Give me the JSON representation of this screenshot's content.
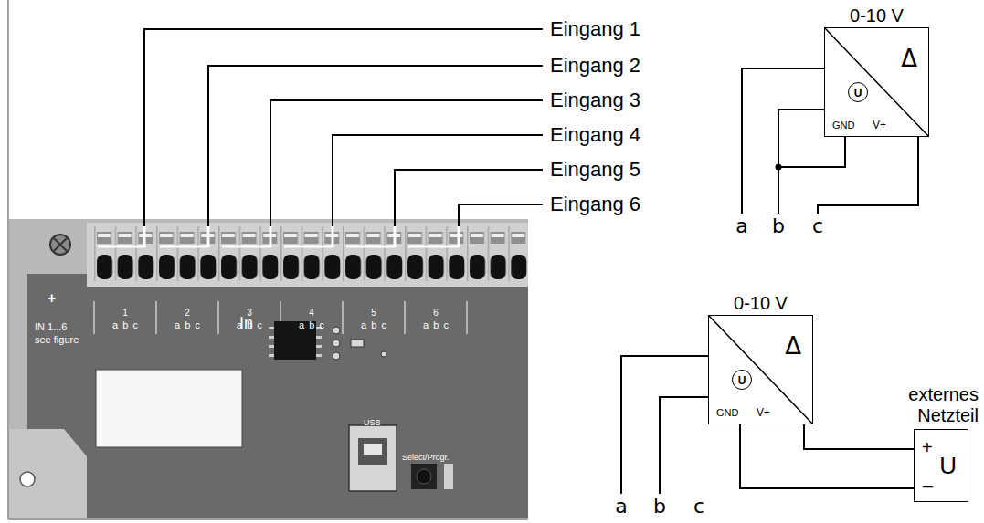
{
  "diagram": {
    "nodes": [
      {
        "text": [
          "0-10 V",
          "Δ",
          "GND",
          "V+"
        ]
      },
      {
        "text": [
          "U"
        ],
        "in": 0
      },
      {
        "text": [
          "0-10 V",
          "Δ",
          "GND",
          "V+"
        ]
      },
      {
        "text": [
          "U"
        ],
        "in": 2
      },
      {
        "text": [
          "externes Netzteil",
          "+",
          "U",
          "–"
        ]
      }
    ],
    "edges": [
      {
        "from": 2,
        "to": 4,
        "arrow": "none"
      },
      {
        "from": 2,
        "to": 4,
        "arrow": "none"
      }
    ],
    "labels": [
      "Eingang 1",
      "Eingang 2",
      "Eingang 3",
      "Eingang 4",
      "Eingang 5",
      "Eingang 6",
      "+",
      "IN 1...6",
      "see figure",
      "1",
      "2",
      "3",
      "4",
      "5",
      "6",
      "a b c",
      "a b c",
      "a b c",
      "a b c",
      "a b c",
      "a b c",
      "In",
      "USB",
      "Select/Progr.",
      "a",
      "b",
      "c",
      "a",
      "b",
      "c"
    ]
  }
}
